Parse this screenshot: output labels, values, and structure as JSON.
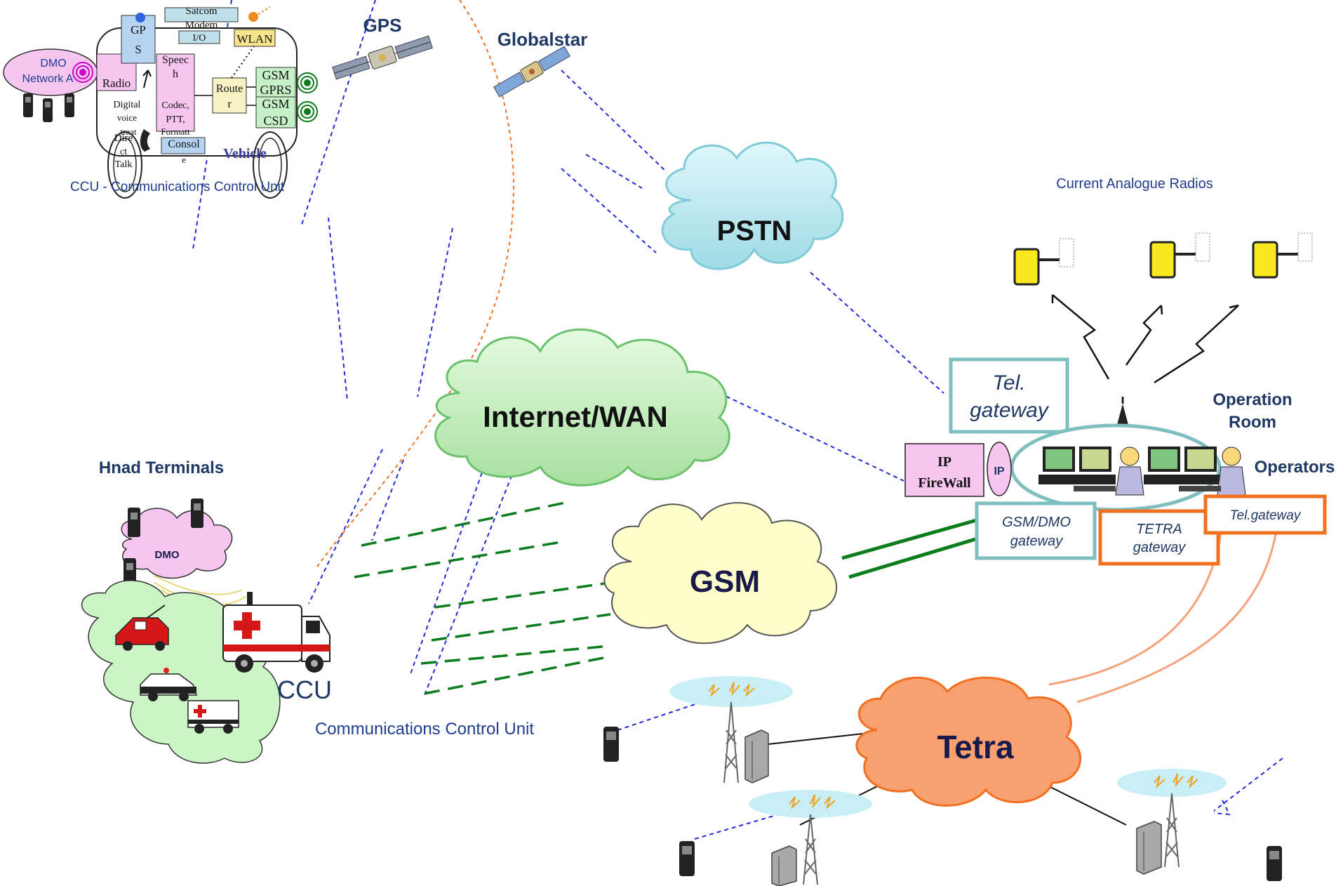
{
  "satellites": {
    "gps": "GPS",
    "globalstar": "Globalstar"
  },
  "ccu_vehicle": {
    "dmo_network": [
      "DMO",
      "Network A"
    ],
    "gps_box": [
      "GP",
      "S"
    ],
    "satcom_modem": [
      "Satcom",
      "Modem"
    ],
    "io": "I/O",
    "wlan": "WLAN",
    "radio": "Radio",
    "speech": [
      "Speec",
      "h"
    ],
    "codec": [
      "Codec,",
      "PTT,",
      "Formatt"
    ],
    "digital_voice": [
      "Digital",
      "voice",
      "treat"
    ],
    "direct_talk": [
      "Dire",
      "ct",
      "Talk"
    ],
    "console": [
      "Consol",
      "e"
    ],
    "router": [
      "Route",
      "r"
    ],
    "gsm_gprs": [
      "GSM",
      "GPRS"
    ],
    "gsm_csd": [
      "GSM",
      "CSD"
    ],
    "vehicle": "Vehicle",
    "caption": "CCU - Communications Control Unit"
  },
  "clouds": {
    "pstn": "PSTN",
    "internet": "Internet/WAN",
    "gsm": "GSM",
    "tetra": "Tetra"
  },
  "hand_terminals": {
    "title": "Hnad Terminals",
    "dmo": "DMO",
    "ccu": "CCU",
    "ccu_caption": "Communications Control Unit"
  },
  "operation_room": {
    "current_radios": "Current Analogue Radios",
    "title": [
      "Operation",
      "Room"
    ],
    "tel_gateway": [
      "Tel.",
      "gateway"
    ],
    "ip_firewall": [
      "IP",
      "FireWall"
    ],
    "ip": "IP",
    "operators": "Operators",
    "gsm_dmo_gateway": [
      "GSM/DMO",
      "gateway"
    ],
    "tetra_gateway": [
      "TETRA",
      "gateway"
    ],
    "tel_gateway_small": "Tel.gateway"
  },
  "colors": {
    "title_blue": "#1f3864",
    "link_blue": "#1f2cd8",
    "gsm_green": "#0b7d1c",
    "tetra_orange": "#f07020",
    "teal": "#7fbfbf"
  }
}
